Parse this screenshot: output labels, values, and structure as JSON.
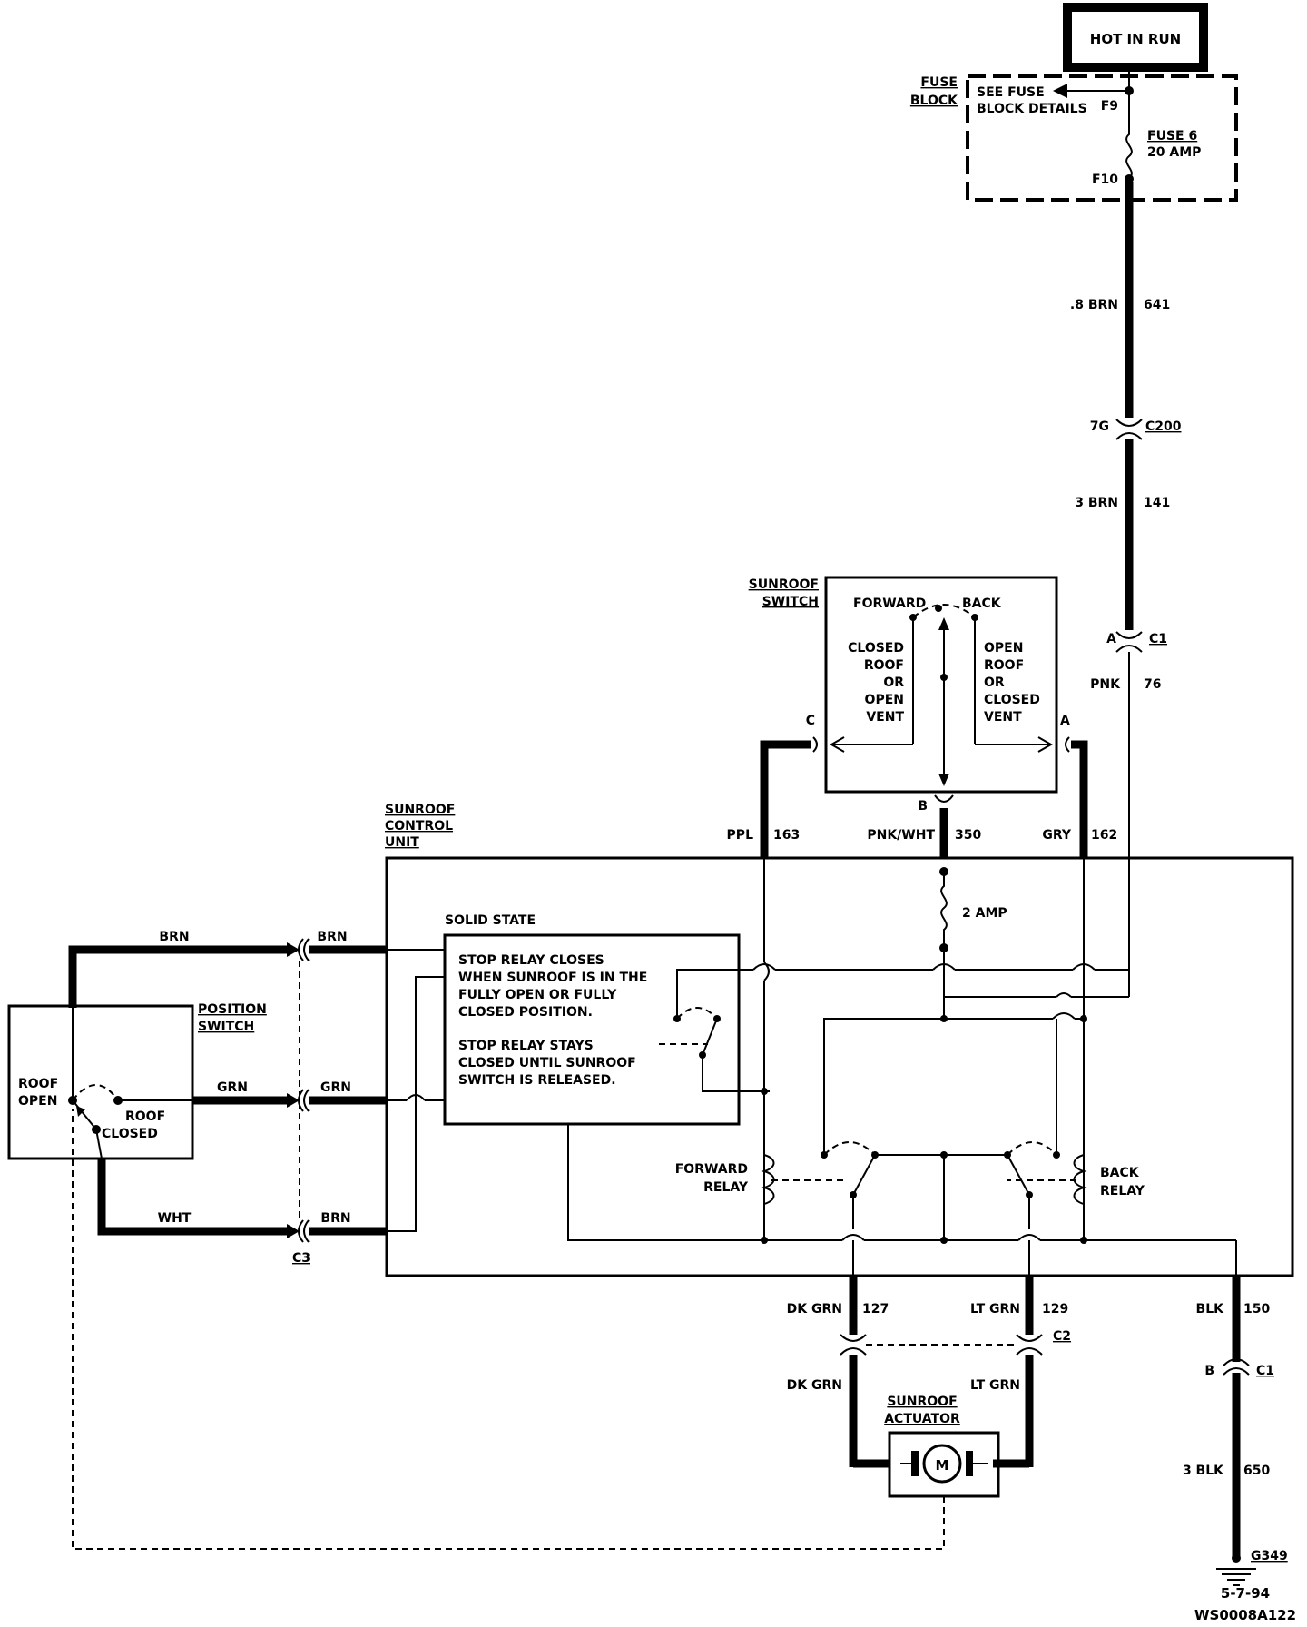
{
  "power": {
    "hot_in_run": "HOT IN RUN"
  },
  "fuse_block": {
    "title_line1": "FUSE",
    "title_line2": "BLOCK",
    "see_details_line1": "SEE FUSE",
    "see_details_line2": "BLOCK DETAILS",
    "terminal_top": "F9",
    "terminal_bottom": "F10",
    "fuse_name": "FUSE 6",
    "fuse_rating": "20 AMP"
  },
  "wires": {
    "feed_641": {
      "gauge_color": ".8 BRN",
      "circuit": "641"
    },
    "feed_141": {
      "gauge_color": "3 BRN",
      "circuit": "141"
    },
    "pnk_76": {
      "color": "PNK",
      "circuit": "76"
    },
    "ppl_163": {
      "color": "PPL",
      "circuit": "163"
    },
    "pnkwht_350": {
      "color": "PNK/WHT",
      "circuit": "350"
    },
    "gry_162": {
      "color": "GRY",
      "circuit": "162"
    },
    "dkgrn_127": {
      "color": "DK GRN",
      "circuit": "127"
    },
    "ltgrn_129": {
      "color": "LT GRN",
      "circuit": "129"
    },
    "blk_150": {
      "color": "BLK",
      "circuit": "150"
    },
    "blk_650": {
      "gauge_color": "3 BLK",
      "circuit": "650"
    },
    "dkgrn_lower": "DK GRN",
    "ltgrn_lower": "LT GRN",
    "brn_left": "BRN",
    "brn_conn": "BRN",
    "grn_left": "GRN",
    "grn_conn": "GRN",
    "wht_left": "WHT",
    "brn_conn_bottom": "BRN"
  },
  "connectors": {
    "c200_pin": "7G",
    "c200_name": "C200",
    "c1_pin_a": "A",
    "c1_name_top": "C1",
    "c1_pin_b": "B",
    "c1_name_bottom": "C1",
    "c2_name": "C2",
    "c3_name": "C3",
    "switch_pin_c": "C",
    "switch_pin_a": "A",
    "switch_pin_b": "B"
  },
  "sunroof_switch": {
    "title_line1": "SUNROOF",
    "title_line2": "SWITCH",
    "forward": "FORWARD",
    "back": "BACK",
    "left_line1": "CLOSED",
    "left_line2": "ROOF",
    "left_line3": "OR",
    "left_line4": "OPEN",
    "left_line5": "VENT",
    "right_line1": "OPEN",
    "right_line2": "ROOF",
    "right_line3": "OR",
    "right_line4": "CLOSED",
    "right_line5": "VENT"
  },
  "control_unit": {
    "title_line1": "SUNROOF",
    "title_line2": "CONTROL",
    "title_line3": "UNIT",
    "internal_fuse": "2 AMP",
    "solid_state": "SOLID STATE",
    "note1_line1": "STOP RELAY CLOSES",
    "note1_line2": "WHEN SUNROOF IS IN THE",
    "note1_line3": "FULLY OPEN OR FULLY",
    "note1_line4": "CLOSED POSITION.",
    "note2_line1": "STOP RELAY STAYS",
    "note2_line2": "CLOSED UNTIL SUNROOF",
    "note2_line3": "SWITCH IS RELEASED.",
    "forward_relay_line1": "FORWARD",
    "forward_relay_line2": "RELAY",
    "back_relay_line1": "BACK",
    "back_relay_line2": "RELAY"
  },
  "position_switch": {
    "title_line1": "POSITION",
    "title_line2": "SWITCH",
    "roof_open_line1": "ROOF",
    "roof_open_line2": "OPEN",
    "roof_closed_line1": "ROOF",
    "roof_closed_line2": "CLOSED"
  },
  "actuator": {
    "title_line1": "SUNROOF",
    "title_line2": "ACTUATOR",
    "motor": "M"
  },
  "ground": {
    "name": "G349"
  },
  "footer": {
    "date": "5-7-94",
    "code": "WS0008A122"
  }
}
